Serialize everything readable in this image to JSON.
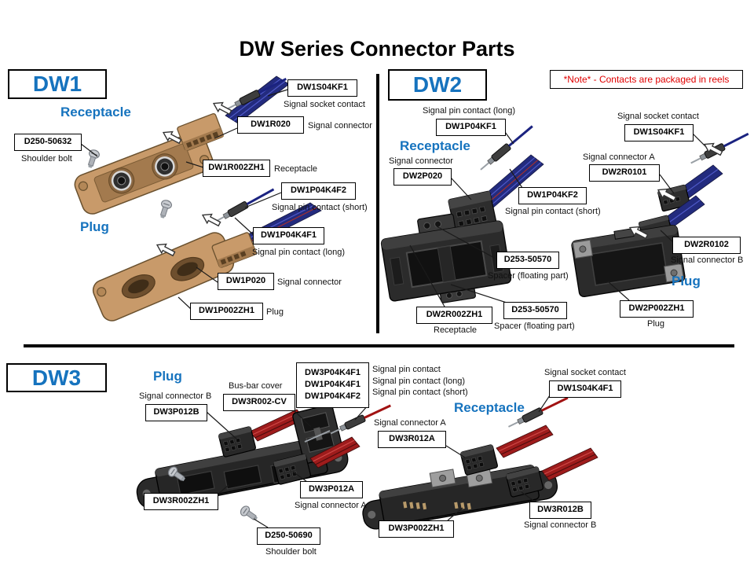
{
  "title": "DW Series Connector Parts",
  "note": "*Note* - Contacts are packaged in reels",
  "colors": {
    "accent_blue": "#1673BE",
    "note_red": "#E00000"
  },
  "sections": {
    "dw1": {
      "label": "DW1",
      "headings": {
        "receptacle": "Receptacle",
        "plug": "Plug"
      },
      "parts": {
        "bolt": {
          "code": "D250-50632",
          "desc": "Shoulder bolt"
        },
        "socket": {
          "code": "DW1S04KF1",
          "desc": "Signal socket contact"
        },
        "r020": {
          "code": "DW1R020",
          "desc": "Signal connector"
        },
        "r002zh1": {
          "code": "DW1R002ZH1",
          "desc": "Receptacle"
        },
        "pin_short": {
          "code": "DW1P04K4F2",
          "desc": "Signal pin contact (short)"
        },
        "pin_long": {
          "code": "DW1P04K4F1",
          "desc": "Signal pin contact (long)"
        },
        "p020": {
          "code": "DW1P020",
          "desc": "Signal connector"
        },
        "p002zh1": {
          "code": "DW1P002ZH1",
          "desc": "Plug"
        }
      }
    },
    "dw2": {
      "label": "DW2",
      "headings": {
        "receptacle": "Receptacle",
        "plug": "Plug"
      },
      "parts": {
        "pin_long": {
          "code": "DW1P04KF1",
          "desc": "Signal pin contact (long)"
        },
        "p020": {
          "code": "DW2P020",
          "desc": "Signal connector"
        },
        "socket": {
          "code": "DW1S04KF1",
          "desc": "Signal socket contact"
        },
        "r0101": {
          "code": "DW2R0101",
          "desc": "Signal connector A"
        },
        "pin_short": {
          "code": "DW1P04KF2",
          "desc": "Signal pin contact (short)"
        },
        "spacer_top": {
          "code": "D253-50570",
          "desc": "Spacer (floating part)"
        },
        "r002zh1": {
          "code": "DW2R002ZH1",
          "desc": "Receptacle"
        },
        "spacer_bottom": {
          "code": "D253-50570",
          "desc": "Spacer (floating part)"
        },
        "r0102": {
          "code": "DW2R0102",
          "desc": "Signal connector B"
        },
        "p002zh1": {
          "code": "DW2P002ZH1",
          "desc": "Plug"
        }
      }
    },
    "dw3": {
      "label": "DW3",
      "headings": {
        "plug": "Plug",
        "receptacle": "Receptacle"
      },
      "parts": {
        "p012b": {
          "code": "DW3P012B",
          "desc": "Signal connector B"
        },
        "cover": {
          "code": "DW3R002-CV",
          "desc": "Bus-bar cover"
        },
        "pins": {
          "codes": [
            "DW3P04K4F1",
            "DW1P04K4F1",
            "DW1P04K4F2"
          ],
          "descs": [
            "Signal pin contact",
            "Signal pin contact (long)",
            "Signal pin contact (short)"
          ]
        },
        "socket": {
          "code": "DW1S04K4F1",
          "desc": "Signal socket contact"
        },
        "r012a": {
          "code": "DW3R012A",
          "desc": "Signal connector A"
        },
        "r002zh1": {
          "code": "DW3R002ZH1"
        },
        "p012a": {
          "code": "DW3P012A",
          "desc": "Signal connector A"
        },
        "bolt": {
          "code": "D250-50690",
          "desc": "Shoulder bolt"
        },
        "p002zh1": {
          "code": "DW3P002ZH1"
        },
        "r012b": {
          "code": "DW3R012B",
          "desc": "Signal connector B"
        }
      }
    }
  }
}
